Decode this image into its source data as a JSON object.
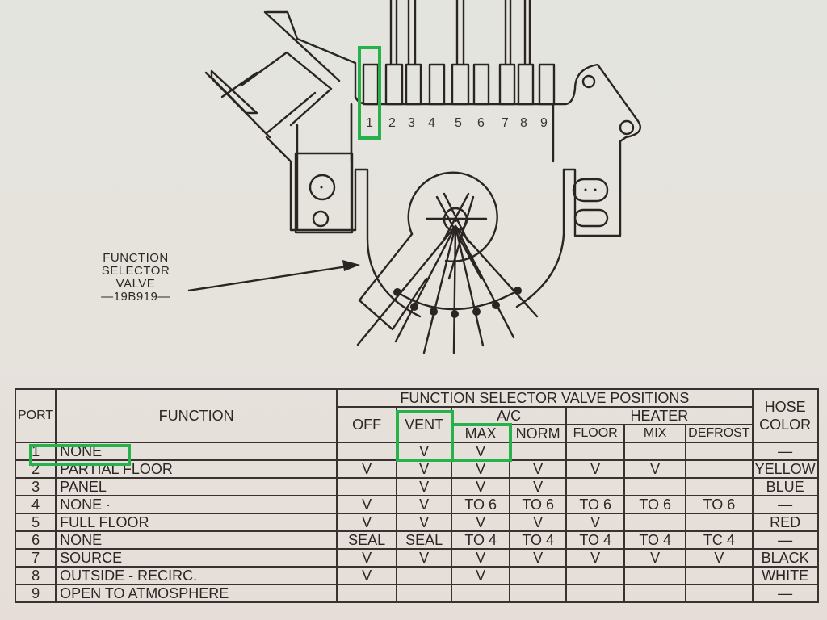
{
  "diagram": {
    "port_numbers": [
      "1",
      "2",
      "3",
      "4",
      "5",
      "6",
      "7",
      "8",
      "9"
    ],
    "callout": {
      "line1": "FUNCTION",
      "line2": "SELECTOR",
      "line3": "VALVE",
      "line4": "—19B919—"
    }
  },
  "table": {
    "headers": {
      "port": "PORT",
      "function": "FUNCTION",
      "group": "FUNCTION SELECTOR VALVE POSITIONS",
      "off": "OFF",
      "vent": "VENT",
      "ac": "A/C",
      "heater": "HEATER",
      "max": "MAX",
      "norm": "NORM",
      "floor": "FLOOR",
      "mix": "MIX",
      "defrost": "DEFROST",
      "hose_color": "HOSE COLOR"
    },
    "columns": [
      "OFF",
      "VENT",
      "MAX",
      "NORM",
      "FLOOR",
      "MIX",
      "DEFROST"
    ],
    "rows": [
      {
        "port": "1",
        "function": "NONE",
        "cells": [
          "",
          "V",
          "V",
          "",
          "",
          "",
          ""
        ],
        "hose": "—"
      },
      {
        "port": "2",
        "function": "PARTIAL FLOOR",
        "cells": [
          "V",
          "V",
          "V",
          "V",
          "V",
          "V",
          ""
        ],
        "hose": "YELLOW"
      },
      {
        "port": "3",
        "function": "PANEL",
        "cells": [
          "",
          "V",
          "V",
          "V",
          "",
          "",
          ""
        ],
        "hose": "BLUE"
      },
      {
        "port": "4",
        "function": "NONE ·",
        "cells": [
          "V",
          "V",
          "TO 6",
          "TO 6",
          "TO 6",
          "TO 6",
          "TO 6"
        ],
        "hose": "—"
      },
      {
        "port": "5",
        "function": "FULL FLOOR",
        "cells": [
          "V",
          "V",
          "V",
          "V",
          "V",
          "",
          ""
        ],
        "hose": "RED"
      },
      {
        "port": "6",
        "function": "NONE",
        "cells": [
          "SEAL",
          "SEAL",
          "TO 4",
          "TO 4",
          "TO 4",
          "TO 4",
          "TC 4"
        ],
        "hose": "—"
      },
      {
        "port": "7",
        "function": "SOURCE",
        "cells": [
          "V",
          "V",
          "V",
          "V",
          "V",
          "V",
          "V"
        ],
        "hose": "BLACK"
      },
      {
        "port": "8",
        "function": "OUTSIDE - RECIRC.",
        "cells": [
          "V",
          "",
          "V",
          "",
          "",
          "",
          ""
        ],
        "hose": "WHITE"
      },
      {
        "port": "9",
        "function": "OPEN TO ATMOSPHERE",
        "cells": [
          "",
          "",
          "",
          "",
          "",
          "",
          ""
        ],
        "hose": "—"
      }
    ]
  },
  "highlights": {
    "color": "#27b14a",
    "items": [
      "port-1-diagram",
      "port-1-row",
      "vent-column",
      "max-column"
    ]
  }
}
